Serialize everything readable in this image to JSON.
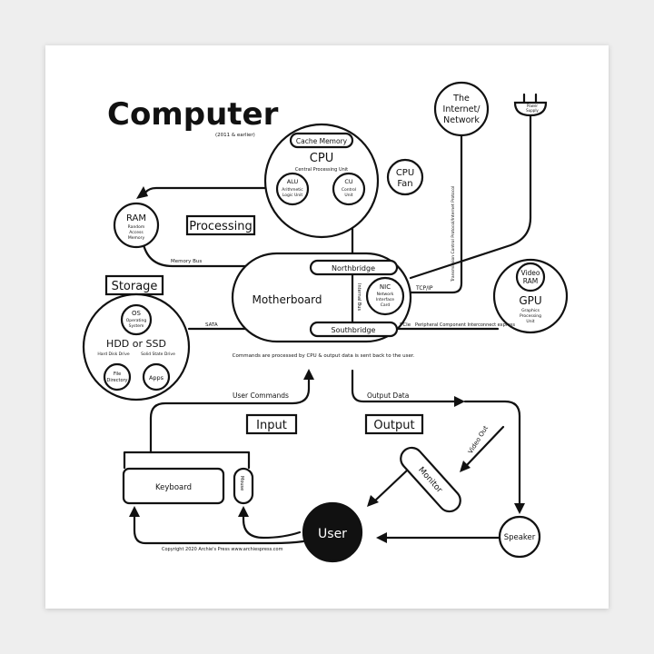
{
  "title": "Computer",
  "subtitle": "(2011 & earlier)",
  "sections": {
    "processing": "Processing",
    "storage": "Storage",
    "input": "Input",
    "output": "Output"
  },
  "internet": {
    "line1": "The",
    "line2": "Internet/",
    "line3": "Network"
  },
  "power": {
    "line1": "Power",
    "line2": "Supply"
  },
  "cpu": {
    "cache": "Cache Memory",
    "name": "CPU",
    "full": "Central Processing Unit",
    "alu": {
      "line1": "ALU",
      "line2": "Arithmetic",
      "line3": "Logic Unit"
    },
    "cu": {
      "line1": "CU",
      "line2": "Control",
      "line3": "Unit"
    }
  },
  "fan": {
    "line1": "CPU",
    "line2": "Fan"
  },
  "ram": {
    "line1": "RAM",
    "line2": "Random",
    "line3": "Access",
    "line4": "Memory"
  },
  "motherboard": {
    "name": "Motherboard",
    "northbridge": "Northbridge",
    "southbridge": "Southbridge",
    "internal_bus": "Internal Bus"
  },
  "nic": {
    "line1": "NIC",
    "line2": "Network",
    "line3": "Interface",
    "line4": "Card"
  },
  "gpu": {
    "video_ram_1": "Video",
    "video_ram_2": "RAM",
    "name": "GPU",
    "line1": "Graphics",
    "line2": "Processing",
    "line3": "Unit"
  },
  "hdd": {
    "os_1": "OS",
    "os_2": "Operating",
    "os_3": "System",
    "name": "HDD or SSD",
    "hard": "Hard Disk Drive",
    "solid": "Solid State Drive",
    "file_1": "File",
    "file_2": "Directory",
    "apps": "Apps"
  },
  "labels": {
    "memory_bus": "Memory Bus",
    "sata": "SATA",
    "tcpip": "TCP/IP",
    "pcie": "PCIe",
    "pcie_full": "Peripheral Component Interconnect express",
    "tcp_full": "Transmission Control Protocol/Internet Protocol",
    "commands": "Commands are processed by CPU & output data is sent back to the user.",
    "user_commands": "User Commands",
    "output_data": "Output Data",
    "video_out": "Video Out"
  },
  "devices": {
    "keyboard": "Keyboard",
    "mouse": "Mouse",
    "user": "User",
    "monitor": "Monitor",
    "speaker": "Speaker"
  },
  "copyright": "Copyright 2020 Archie's Press www.archiespress.com",
  "colors": {
    "ink": "#111111",
    "paper": "#ffffff",
    "background": "#eeeeee"
  }
}
